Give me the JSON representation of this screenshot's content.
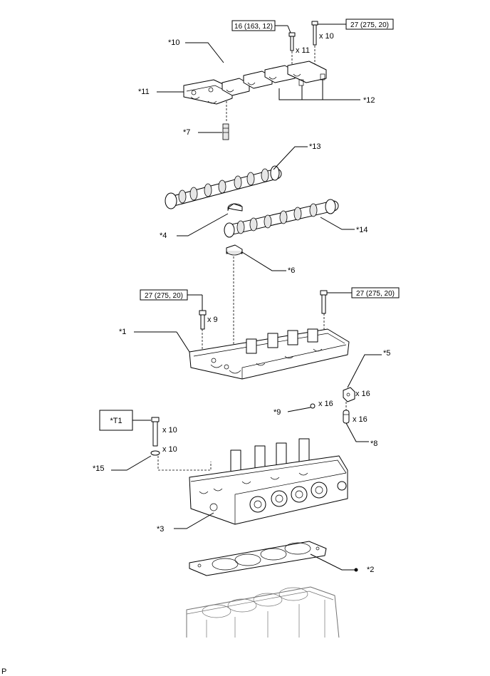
{
  "labels": {
    "c1": "*1",
    "c2": "*2",
    "c3": "*3",
    "c4": "*4",
    "c5": "*5",
    "c6": "*6",
    "c7": "*7",
    "c8": "*8",
    "c9": "*9",
    "c10": "*10",
    "c11": "*11",
    "c12": "*12",
    "c13": "*13",
    "c14": "*14",
    "c15": "*15",
    "t1": "*T1"
  },
  "torque": {
    "top_left": "16 (163, 12)",
    "top_right": "27 (275, 20)",
    "mid_left": "27 (275, 20)",
    "mid_right": "27 (275, 20)"
  },
  "quantities": {
    "top_left_bolt": "x 11",
    "top_right_bolt": "x 10",
    "mid_left_bolt": "x 9",
    "item5": "x 16",
    "item9": "x 16",
    "item8": "x 16",
    "head_bolt": "x 10",
    "washer": "x 10"
  },
  "corner_code": "P"
}
